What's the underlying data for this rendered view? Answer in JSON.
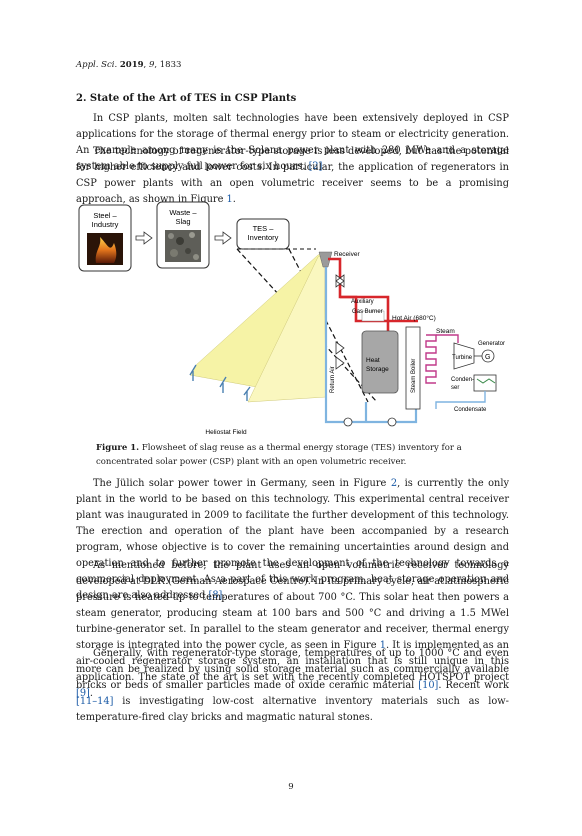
{
  "header": {
    "journal": "Appl. Sci.",
    "year": "2019",
    "volume": "9",
    "page": "1833"
  },
  "section_title": "2. State of the Art of TES in CSP Plants",
  "paragraphs": {
    "p1": "In CSP plants, molten salt technologies have been extensively deployed in CSP applications for the storage of thermal energy prior to steam or electricity generation. An example among many is the Solana power plant with 280 MWe and a storage system able to supply full power for six hours.",
    "p1_ref": "[2]",
    "p2": "The technology of regenerator-type storage is less developed, but has the potential for higher efficiency and lower costs. In particular, the application of regenerators in CSP power plants with an open volumetric receiver seems to be a promising approach, as shown in Figure",
    "p2_ref": "1",
    "p3_a": "The Jülich solar power tower in Germany, seen in Figure",
    "p3_ref1": "2",
    "p3_b": ", is currently the only plant in the world to be based on this technology. This experimental central receiver plant was inaugurated in 2009 to facilitate the further development of this technology. The erection and operation of the plant have been accompanied by a research program, whose objective is to cover the remaining uncertainties around design and operation and to further promote the development of the technology towards a commercial deployment. As a part of this work program, heat storage operation and design are also addressed",
    "p3_ref2": "[8]",
    "p4_a": "As mentioned before, the plant uses an open volumetric receiver technology developed at DLR (German Aerospace Centre). In its primary cycle, air at atmospheric pressure is heated up to temperatures of about 700 °C. This solar heat then powers a steam generator, producing steam at 100 bars and 500 °C and driving a 1.5 MWel turbine-generator set. In parallel to the steam generator and receiver, thermal energy storage is integrated into the power cycle, as seen in Figure",
    "p4_ref1": "1",
    "p4_b": ". It is implemented as an air-cooled regenerator storage system, an installation that is still unique in this application. The state of the art is set with the recently completed HOTSPOT project",
    "p4_ref2": "[9]",
    "p5_a": "Generally, with regenerator-type storage, temperatures of up to 1000 °C and even more can be realized by using solid storage material such as commercially available bricks or beds of smaller particles made of oxide ceramic material",
    "p5_ref1": "[10]",
    "p5_b": ". Recent work",
    "p5_ref2": "[11–14]",
    "p5_c": "is investigating low-cost alternative inventory materials such as low-temperature-fired clay bricks and magmatic natural stones."
  },
  "figure": {
    "box1": [
      "Steel –",
      "Industry"
    ],
    "box2": [
      "Waste –",
      "Slag"
    ],
    "box3": [
      "TES –",
      "Inventory"
    ],
    "labels": {
      "receiver": "Receiver",
      "aux1": "Auxiliary",
      "aux2": "Gas Burner",
      "hot_air": "Hot Air (680°C)",
      "steam": "Steam",
      "generator": "Generator",
      "turbine": "Turbine",
      "g": "G",
      "heat1": "Heat",
      "heat2": "Storage",
      "steam_boiler": "Steam Boiler",
      "return_air": "Return Air",
      "condenser1": "Conden-",
      "condenser2": "ser",
      "condensate": "Condensate",
      "heliostat": "Heliostat Field"
    },
    "caption_label": "Figure 1.",
    "caption_text": "Flowsheet of slag reuse as a thermal energy storage (TES) inventory for a concentrated solar power (CSP) plant with an open volumetric receiver.",
    "colors": {
      "hot": "#d7262b",
      "cold": "#7fb4e0",
      "solar": "#f6f3a6",
      "storage": "#a7a7a7"
    }
  },
  "page_number": "9"
}
